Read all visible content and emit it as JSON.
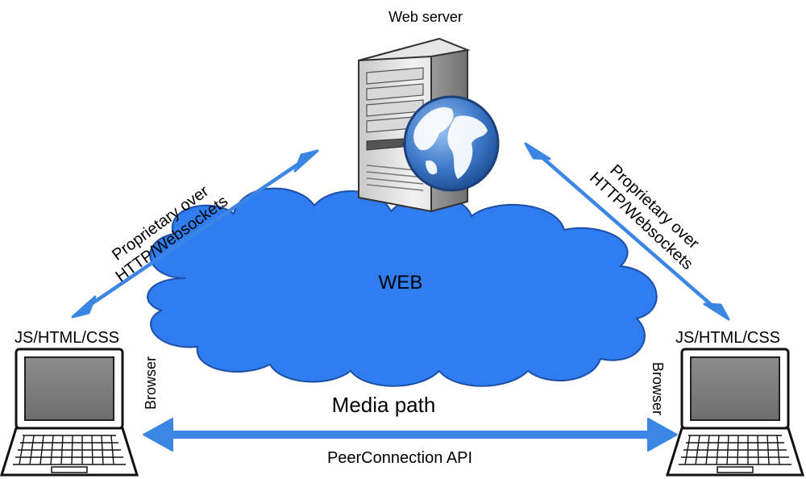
{
  "nodes": {
    "server": {
      "label": "Web server",
      "icon": "server-globe-icon"
    },
    "cloud": {
      "label": "WEB",
      "icon": "cloud-icon"
    },
    "left_client": {
      "top_label": "JS/HTML/CSS",
      "side_label": "Browser",
      "icon": "laptop-icon"
    },
    "right_client": {
      "top_label": "JS/HTML/CSS",
      "side_label": "Browser",
      "icon": "laptop-icon"
    }
  },
  "links": {
    "left_signaling": {
      "line1": "Proprietary over",
      "line2": "HTTP/Websockets"
    },
    "right_signaling": {
      "line1": "Proprietary over",
      "line2": "HTTP/Websockets"
    },
    "media": {
      "top_label": "Media path",
      "bottom_label": "PeerConnection API"
    }
  },
  "colors": {
    "arrow": "#3b86e4",
    "cloud_fill": "#2f7df0",
    "cloud_stroke": "#1d4fa6",
    "cloud_text": "#1f3f8f",
    "globe": "#3d78c8"
  }
}
